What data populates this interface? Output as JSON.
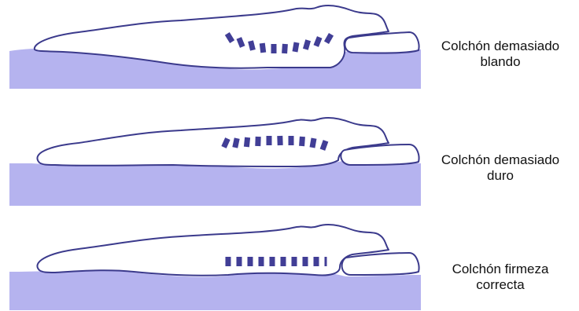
{
  "colors": {
    "mattress": "#b5b3ef",
    "outline": "#3b3a8c",
    "spine": "#413e96",
    "background": "#ffffff"
  },
  "panels": [
    {
      "id": "soft",
      "caption_line1": "Colchón demasiado",
      "caption_line2": "blando",
      "icon": "sleeper-on-soft-mattress-icon"
    },
    {
      "id": "hard",
      "caption_line1": "Colchón demasiado",
      "caption_line2": "duro",
      "icon": "sleeper-on-hard-mattress-icon"
    },
    {
      "id": "correct",
      "caption_line1": "Colchón firmeza",
      "caption_line2": "correcta",
      "icon": "sleeper-on-correct-mattress-icon"
    }
  ]
}
